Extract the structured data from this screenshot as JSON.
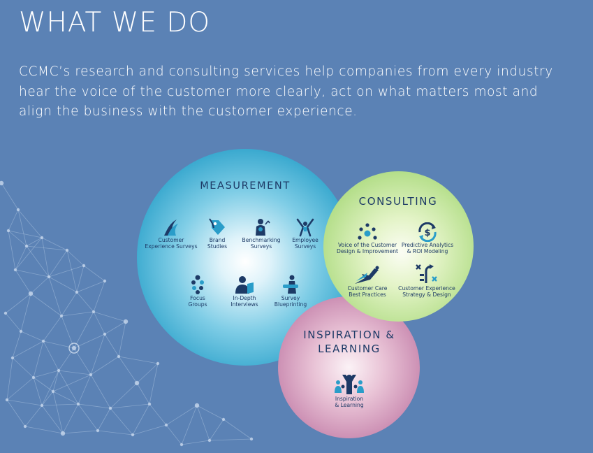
{
  "heading": "WHAT WE DO",
  "intro": "CCMC’s research and consulting services help companies from every industry hear the voice of the customer more clearly, act on what matters most and align the business with the customer experience.",
  "colors": {
    "background": "#5b82b5",
    "text_dark": "#1d3a66",
    "measurement": "#2b9bc6",
    "consulting": "#a5d577",
    "learning": "#c78bb0",
    "icon": "#1d3a66",
    "icon_accent": "#2a9dc9"
  },
  "measurement": {
    "title": "MEASUREMENT",
    "items": [
      {
        "label": "Customer\nExperience Surveys",
        "icon": "wave-icon"
      },
      {
        "label": "Brand\nStudies",
        "icon": "tag-icon"
      },
      {
        "label": "Benchmarking\nSurveys",
        "icon": "person-badge-icon"
      },
      {
        "label": "Employee\nSurveys",
        "icon": "employee-icon"
      },
      {
        "label": "Focus\nGroups",
        "icon": "group-icon"
      },
      {
        "label": "In-Depth\nInterviews",
        "icon": "interview-icon"
      },
      {
        "label": "Survey\nBlueprinting",
        "icon": "blueprint-icon"
      }
    ]
  },
  "consulting": {
    "title": "CONSULTING",
    "items": [
      {
        "label": "Voice of the Customer\nDesign & Improvement",
        "icon": "voice-icon"
      },
      {
        "label": "Predictive Analytics\n& ROI Modeling",
        "icon": "dollar-cycle-icon"
      },
      {
        "label": "Customer Care\nBest Practices",
        "icon": "runner-icon"
      },
      {
        "label": "Customer Experience\nStrategy & Design",
        "icon": "strategy-icon"
      }
    ]
  },
  "learning": {
    "title_line1": "INSPIRATION &",
    "title_line2": "LEARNING",
    "items": [
      {
        "label": "Inspiration\n& Learning",
        "icon": "audience-icon"
      }
    ]
  }
}
